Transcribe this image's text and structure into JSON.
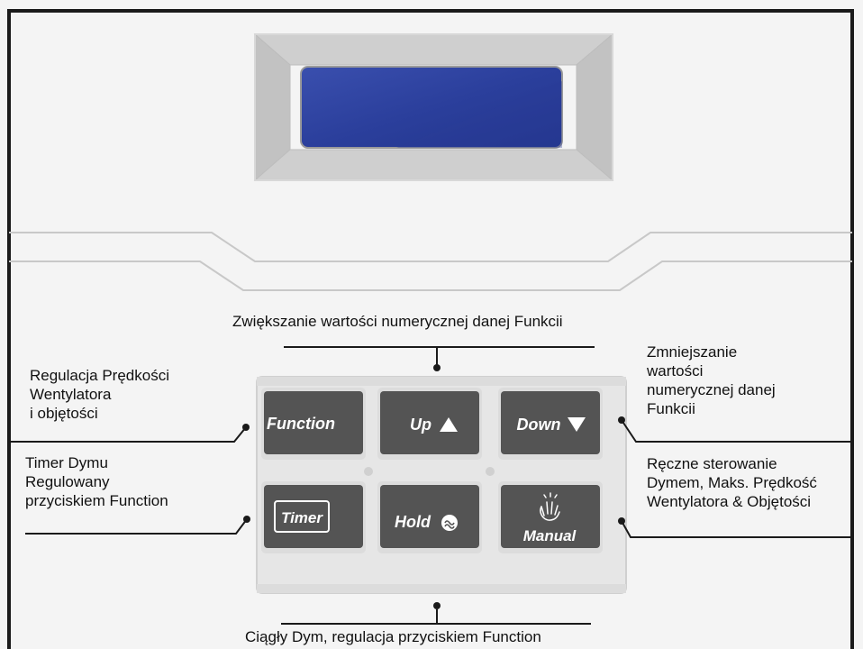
{
  "colors": {
    "panel": "#f4f4f4",
    "frame": "#1a1a1a",
    "bezel": "#c9c9c9",
    "lcd": "#2b3f9c",
    "key": "#545454",
    "key_pad": "#e2e2e2",
    "key_text": "#ffffff"
  },
  "display": {
    "icon": "lcd-screen"
  },
  "keys": {
    "function": {
      "label": "Function"
    },
    "up": {
      "label": "Up",
      "icon": "triangle-up-icon"
    },
    "down": {
      "label": "Down",
      "icon": "triangle-down-icon"
    },
    "timer": {
      "label": "Timer"
    },
    "hold": {
      "label": "Hold",
      "icon": "smoke-icon"
    },
    "manual": {
      "label": "Manual",
      "icon": "hand-icon"
    }
  },
  "annotations": {
    "top": "Zwiększanie wartości numerycznej danej Funkcii",
    "function": "Regulacja Prędkości\nWentylatora\ni objętości",
    "down": "Zmniejszanie\nwartości\nnumerycznej danej\nFunkcii",
    "timer": "Timer Dymu\nRegulowany\nprzyciskiem Function",
    "manual": "Ręczne sterowanie\nDymem, Maks. Prędkość\nWentylatora & Objętości",
    "bottom": "Ciągły Dym, regulacja przyciskiem Function"
  }
}
